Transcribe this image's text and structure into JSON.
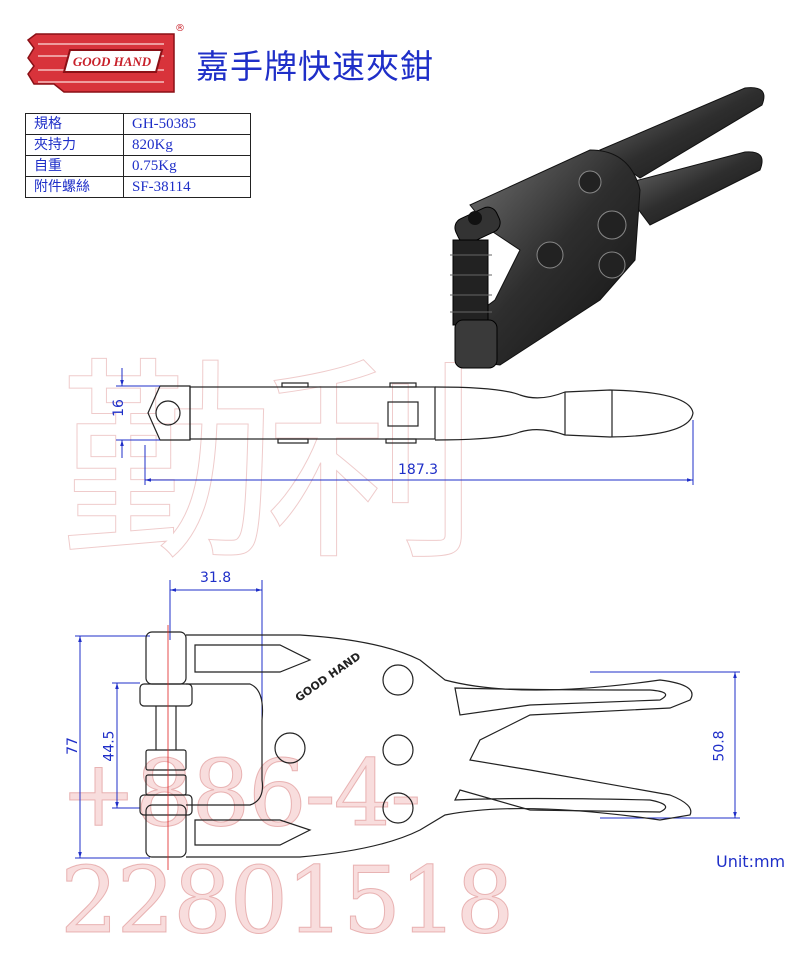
{
  "header": {
    "logo_text": "GOOD HAND",
    "logo_registered": "®",
    "title": "嘉手牌快速夾鉗"
  },
  "spec_table": {
    "rows": [
      {
        "label": "規格",
        "value": "GH-50385"
      },
      {
        "label": "夾持力",
        "value": "820Kg"
      },
      {
        "label": "自重",
        "value": "0.75Kg"
      },
      {
        "label": "附件螺絲",
        "value": "SF-38114"
      }
    ]
  },
  "drawing": {
    "body_marking": "GOOD HAND",
    "dimensions": {
      "side_height": "16",
      "overall_length": "187.3",
      "pivot_offset": "31.8",
      "total_height": "77",
      "spindle_span": "44.5",
      "handle_spread": "50.8"
    },
    "unit": "Unit:mm"
  },
  "watermark": {
    "name": "勤利",
    "phone": "+886-4-22801518"
  },
  "colors": {
    "title": "#1f2fc8",
    "logo": "#c8202a",
    "dimension": "#1f2fc8"
  }
}
